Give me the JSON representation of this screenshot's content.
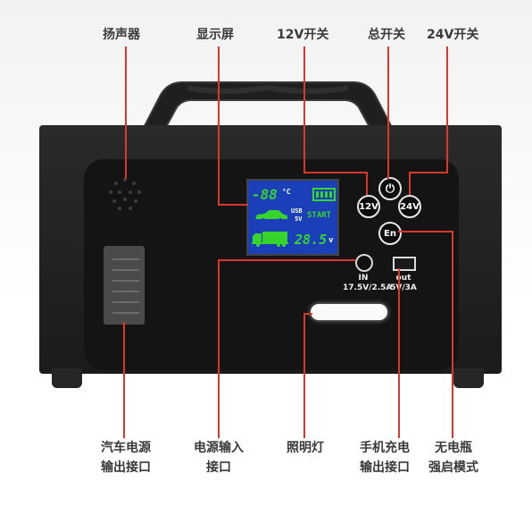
{
  "labels": {
    "speaker": "扬声器",
    "display": "显示屏",
    "switch_12v": "12V开关",
    "main_switch": "总开关",
    "switch_24v": "24V开关",
    "car_output_1": "汽车电源",
    "car_output_2": "输出接口",
    "power_input_1": "电源输入",
    "power_input_2": "接口",
    "lamp": "照明灯",
    "phone_charge_1": "手机充电",
    "phone_charge_2": "输出接口",
    "boost_1": "无电瓶",
    "boost_2": "强启模式"
  },
  "lcd": {
    "temp": "-88",
    "temp_unit": "°C",
    "usb": "USB",
    "usb_v": "5V",
    "start": "START",
    "voltage": "28.5",
    "voltage_unit": "v"
  },
  "buttons": {
    "b12": "12V",
    "b24": "24V",
    "en": "En"
  },
  "ports": {
    "in_label": "IN",
    "in_spec": "17.5V/2.5A",
    "out_label": "out",
    "out_spec": "5V/3A"
  },
  "colors": {
    "accent_red": "#d9392c",
    "lcd_blue": "#1a3fb8",
    "lcd_green": "#37d42e"
  }
}
